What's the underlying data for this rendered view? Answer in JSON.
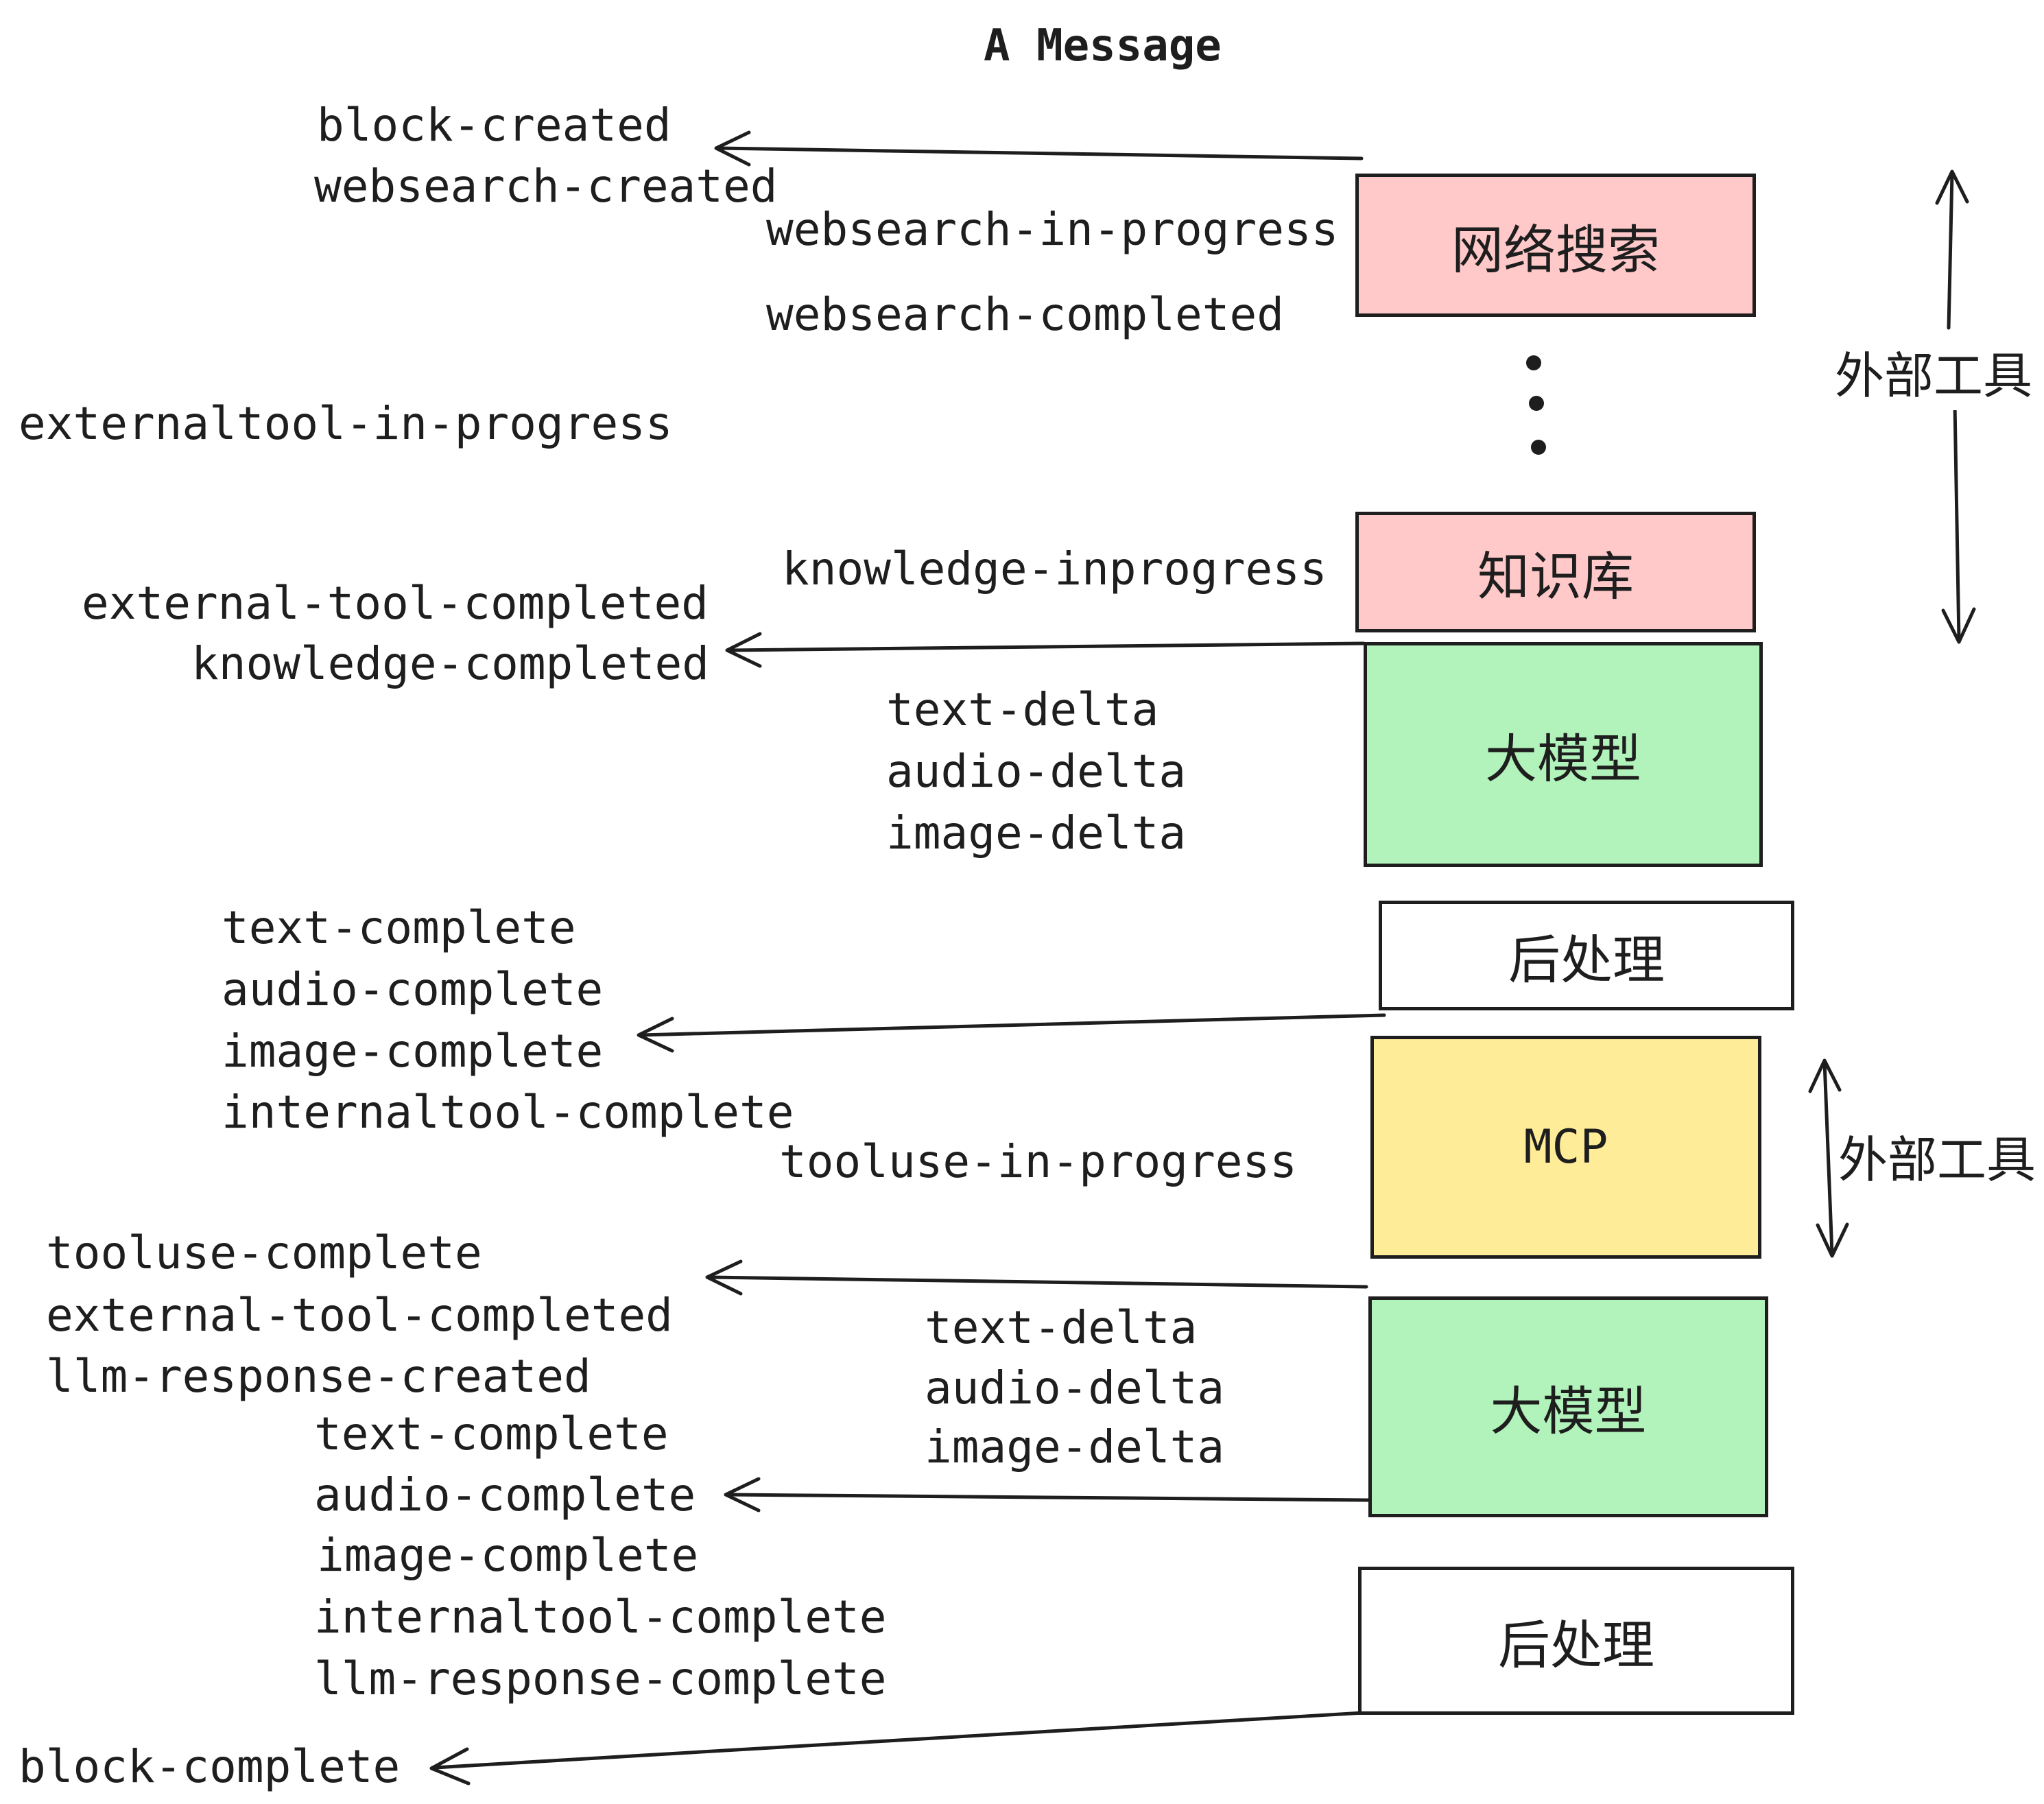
{
  "title": "A Message",
  "colors": {
    "stroke": "#1e1e1e",
    "pink": "#ffc9c9",
    "green": "#b2f2bb",
    "yellow": "#ffec99",
    "white": "#ffffff"
  },
  "boxes": [
    {
      "id": "websearch",
      "label": "网络搜索",
      "color": "#ffc9c9"
    },
    {
      "id": "knowledge",
      "label": "知识库",
      "color": "#ffc9c9"
    },
    {
      "id": "llm-1",
      "label": "大模型",
      "color": "#b2f2bb"
    },
    {
      "id": "postprocess-1",
      "label": "后处理",
      "color": "#ffffff"
    },
    {
      "id": "mcp",
      "label": "MCP",
      "color": "#ffec99"
    },
    {
      "id": "llm-2",
      "label": "大模型",
      "color": "#b2f2bb"
    },
    {
      "id": "postprocess-2",
      "label": "后处理",
      "color": "#ffffff"
    }
  ],
  "side_labels": [
    {
      "text": "外部工具"
    },
    {
      "text": "外部工具"
    }
  ],
  "events": [
    {
      "text": "block-created"
    },
    {
      "text": "websearch-created"
    },
    {
      "text": "websearch-in-progress"
    },
    {
      "text": "websearch-completed"
    },
    {
      "text": "externaltool-in-progress"
    },
    {
      "text": "knowledge-inprogress"
    },
    {
      "text": "external-tool-completed"
    },
    {
      "text": "knowledge-completed"
    },
    {
      "text": "text-delta"
    },
    {
      "text": "audio-delta"
    },
    {
      "text": "image-delta"
    },
    {
      "text": "text-complete"
    },
    {
      "text": "audio-complete"
    },
    {
      "text": "image-complete"
    },
    {
      "text": "internaltool-complete"
    },
    {
      "text": "tooluse-in-progress"
    },
    {
      "text": "tooluse-complete"
    },
    {
      "text": "external-tool-completed"
    },
    {
      "text": "llm-response-created"
    },
    {
      "text": "text-complete"
    },
    {
      "text": "audio-complete"
    },
    {
      "text": "image-complete"
    },
    {
      "text": "internaltool-complete"
    },
    {
      "text": "llm-response-complete"
    },
    {
      "text": "text-delta"
    },
    {
      "text": "audio-delta"
    },
    {
      "text": "image-delta"
    },
    {
      "text": "block-complete"
    }
  ]
}
